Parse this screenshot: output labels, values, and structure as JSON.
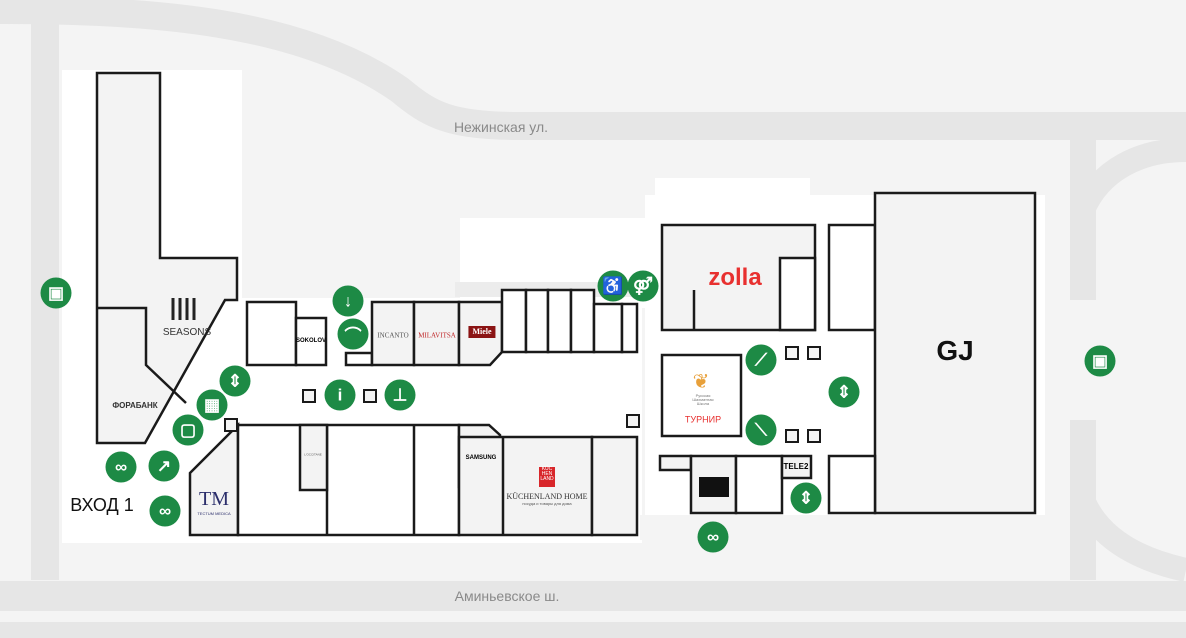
{
  "streets": {
    "north": "Нежинская ул.",
    "south": "Аминьевское ш."
  },
  "entrance": {
    "label": "ВХОД 1"
  },
  "stores": {
    "seasons": "SEASONS",
    "forabank": "ФОРАБАНК",
    "sokolov": "SOKOLOV",
    "incanto": "INCANTO",
    "milavitsa": "MILAVITSA",
    "miele": "Miele",
    "zolla": "zolla",
    "gj": "GJ",
    "turnir_school": "Русская Шахматная Школа",
    "turnir": "ТУРНИР",
    "tele2": "TELE2",
    "samsung": "SAMSUNG",
    "kuchenland_logo": "KÜC HEN LAND",
    "kuchenland": "KÜCHENLAND HOME",
    "kuchenland_sub": "посуда и товары для дома",
    "loccitane": "L'OCCITANE",
    "tm": "TM",
    "tm_sub": "TECTUM MEDICA"
  },
  "colors": {
    "icon": "#1d8a45",
    "zolla": "#e8302f",
    "miele": "#8b1414"
  }
}
